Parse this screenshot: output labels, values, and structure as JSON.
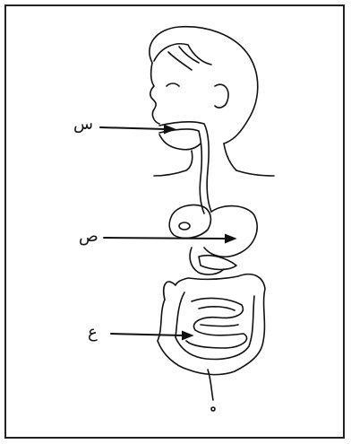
{
  "diagram": {
    "labels": {
      "sin": "س",
      "sad": "ص",
      "ain": "ع"
    },
    "colors": {
      "ink": "#111111",
      "paper": "#ffffff"
    }
  }
}
